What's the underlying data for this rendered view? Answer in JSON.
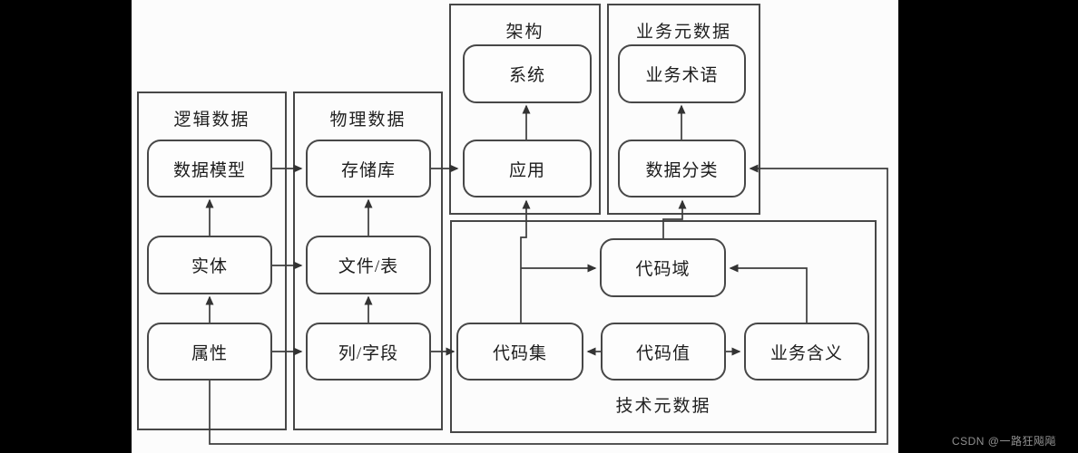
{
  "colors": {
    "background": "#000000",
    "panel": "#fcfcfc",
    "line": "#3c3c3c",
    "text": "#1c1c1c",
    "watermark": "#909090"
  },
  "groups": {
    "logical": {
      "title": "逻辑数据"
    },
    "physical": {
      "title": "物理数据"
    },
    "architecture": {
      "title": "架构"
    },
    "business_meta": {
      "title": "业务元数据"
    },
    "technical_meta": {
      "title": "技术元数据"
    }
  },
  "nodes": {
    "data_model": {
      "label": "数据模型"
    },
    "entity": {
      "label": "实体"
    },
    "attribute": {
      "label": "属性"
    },
    "repository": {
      "label": "存储库"
    },
    "file_table": {
      "label": "文件/表"
    },
    "column_field": {
      "label": "列/字段"
    },
    "system": {
      "label": "系统"
    },
    "application": {
      "label": "应用"
    },
    "business_term": {
      "label": "业务术语"
    },
    "data_classification": {
      "label": "数据分类"
    },
    "code_domain": {
      "label": "代码域"
    },
    "code_set": {
      "label": "代码集"
    },
    "code_value": {
      "label": "代码值"
    },
    "business_meaning": {
      "label": "业务含义"
    }
  },
  "edges": [
    {
      "from": "属性",
      "to": "实体"
    },
    {
      "from": "实体",
      "to": "数据模型"
    },
    {
      "from": "数据模型",
      "to": "存储库"
    },
    {
      "from": "实体",
      "to": "文件/表"
    },
    {
      "from": "属性",
      "to": "列/字段"
    },
    {
      "from": "列/字段",
      "to": "文件/表"
    },
    {
      "from": "文件/表",
      "to": "存储库"
    },
    {
      "from": "存储库",
      "to": "应用"
    },
    {
      "from": "应用",
      "to": "系统"
    },
    {
      "from": "列/字段",
      "to": "代码集"
    },
    {
      "from": "代码值",
      "to": "代码集"
    },
    {
      "from": "代码值",
      "to": "业务含义"
    },
    {
      "from": "代码集",
      "to": "代码域"
    },
    {
      "from": "业务含义",
      "to": "代码域"
    },
    {
      "from": "代码集",
      "to": "应用"
    },
    {
      "from": "代码域",
      "to": "数据分类"
    },
    {
      "from": "数据分类",
      "to": "业务术语"
    },
    {
      "from": "属性",
      "to": "数据分类"
    }
  ],
  "watermark": {
    "text": "CSDN @一路狂飚飚"
  }
}
